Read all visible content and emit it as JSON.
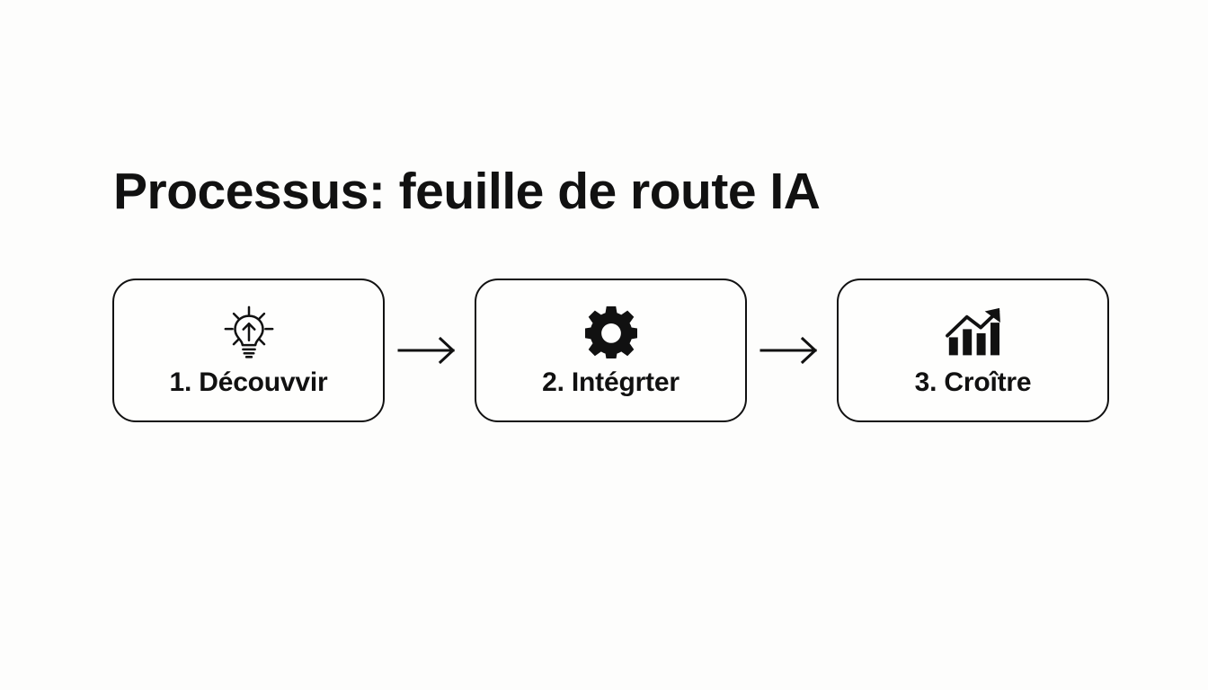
{
  "slide": {
    "title": "Processus: feuille de route IA",
    "background_color": "#fdfdfc",
    "ink_color": "#111111"
  },
  "flow": {
    "steps": [
      {
        "label": "1. Découvvir",
        "icon": "lightbulb-idea-icon",
        "icon_style": "outline"
      },
      {
        "label": "2. Intégrter",
        "icon": "gear-icon",
        "icon_style": "solid"
      },
      {
        "label": "3. Croître",
        "icon": "growth-bar-chart-icon",
        "icon_style": "solid"
      }
    ],
    "connectors": [
      {
        "icon": "arrow-right-icon"
      },
      {
        "icon": "arrow-right-icon"
      }
    ]
  }
}
